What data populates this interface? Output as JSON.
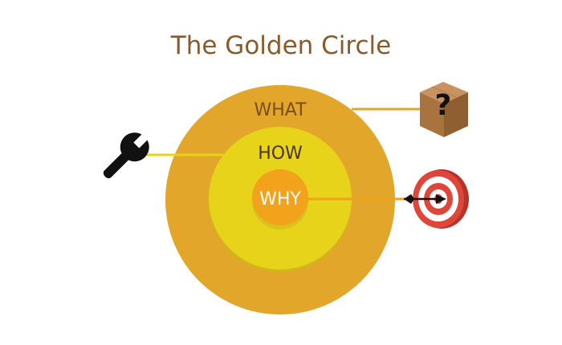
{
  "title": "The Golden Circle",
  "rings": {
    "what": "WHAT",
    "how": "HOW",
    "why": "WHY"
  },
  "colors": {
    "title": "#8a5a2b",
    "outer_ring": "#e2a62a",
    "middle_ring": "#e8d31b",
    "inner_ring": "#f3a21c",
    "target_red": "#e0453a"
  },
  "icons": {
    "what": "mystery-box-icon",
    "how": "wrench-icon",
    "why": "target-with-arrow-icon"
  }
}
